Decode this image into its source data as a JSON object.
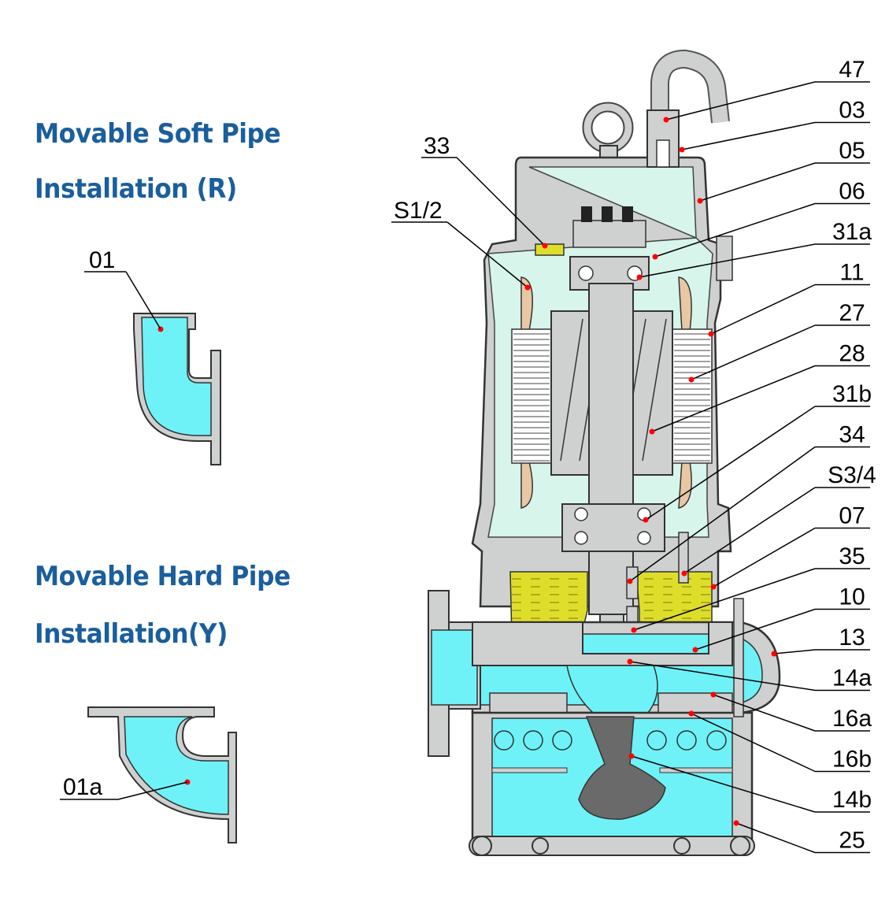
{
  "headings": {
    "soft_line1": "Movable Soft Pipe",
    "soft_line2": "Installation (R)",
    "hard_line1": "Movable Hard Pipe",
    "hard_line2": "Installation(Y)"
  },
  "pipe_labels": {
    "soft": "01",
    "hard": "01a"
  },
  "part_labels": [
    "47",
    "03",
    "05",
    "06",
    "31a",
    "11",
    "27",
    "28",
    "31b",
    "34",
    "S3/4",
    "07",
    "35",
    "10",
    "13",
    "14a",
    "16a",
    "16b",
    "14b",
    "25"
  ],
  "left_labels": {
    "cable_gland": "33",
    "seal_top": "S1/2"
  },
  "colors": {
    "heading": "#1a5e9c",
    "water": "#6ef2f7",
    "motor_air": "#d7f5ea",
    "casing": "#cfd0d0",
    "oil": "#dede2a",
    "winding": "#e8c7a4",
    "dot": "#ff0000"
  }
}
